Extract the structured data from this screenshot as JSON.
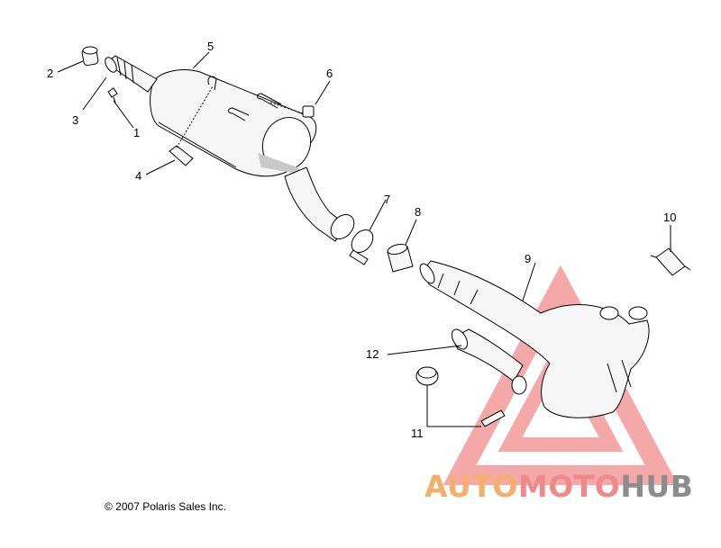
{
  "diagram": {
    "callouts": [
      "1",
      "2",
      "3",
      "4",
      "5",
      "6",
      "7",
      "8",
      "9",
      "10",
      "11",
      "12"
    ]
  },
  "footer": {
    "copyright": "© 2007 Polaris Sales Inc."
  },
  "watermark": {
    "brand_part1": "AUTO",
    "brand_part2": "MOTO",
    "brand_part3": "HUB",
    "colors": {
      "auto": "#f4b06a",
      "moto": "#f08a8a",
      "hub": "#8c8c8c",
      "triangle": "#f28a8a"
    }
  }
}
